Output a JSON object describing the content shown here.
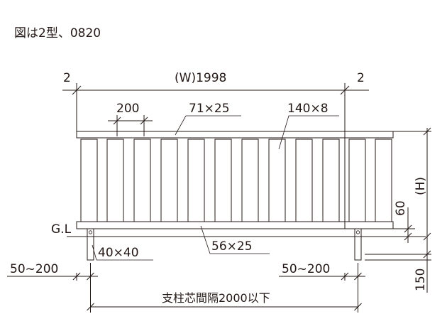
{
  "caption": "図は2型、0820",
  "dimensions": {
    "width": "(W)1998",
    "end_gap_left": "2",
    "end_gap_right": "2",
    "slat_pitch": "200",
    "top_rail": "71×25",
    "slat": "140×8",
    "bottom_rail": "56×25",
    "post": "40×40",
    "height": "(H)",
    "ground_gap": "60",
    "post_embed": "150",
    "post_offset_left": "50~200",
    "post_offset_right": "50~200",
    "post_spacing": "支柱芯間隔2000以下"
  },
  "ground_label": "G.L"
}
